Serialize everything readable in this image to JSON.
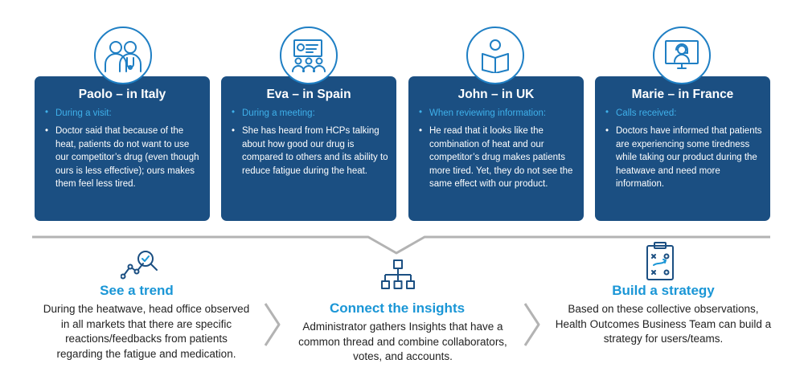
{
  "cards": [
    {
      "title": "Paolo – in Italy",
      "context": "During a visit:",
      "text": "Doctor said that because of the heat, patients do not want to use our competitor’s drug (even though ours is less effective); ours makes them feel less tired.",
      "icon": "doctors-icon"
    },
    {
      "title": "Eva – in Spain",
      "context": "During a meeting:",
      "text": "She has heard from HCPs talking about how good our drug is compared to others and its ability to reduce fatigue during the heat.",
      "icon": "presentation-meeting-icon"
    },
    {
      "title": "John – in UK",
      "context": "When reviewing information:",
      "text": "He read that it looks like the combination of heat and our competitor’s drug makes patients more tired. Yet, they do not see the same effect with our product.",
      "icon": "reading-person-icon"
    },
    {
      "title": "Marie – in France",
      "context": "Calls received:",
      "text": "Doctors have informed that patients are experiencing some tiredness while taking our product during the heatwave and need more information.",
      "icon": "call-center-icon"
    }
  ],
  "steps": [
    {
      "heading": "See a trend",
      "text": "During the heatwave, head office observed in all markets that there are specific reactions/feedbacks from patients regarding the fatigue and medication.",
      "icon": "trend-analysis-icon"
    },
    {
      "heading": "Connect the insights",
      "text": "Administrator gathers Insights that have a common thread and combine collaborators, votes, and accounts.",
      "icon": "network-hierarchy-icon"
    },
    {
      "heading": "Build a strategy",
      "text": "Based on these collective observations, Health Outcomes  Business Team can build a strategy for users/teams.",
      "icon": "strategy-clipboard-icon"
    }
  ],
  "colors": {
    "card_bg": "#1b4f82",
    "accent": "#1a96d6",
    "subtitle": "#3fb0ea",
    "divider": "#b3b3b3"
  }
}
